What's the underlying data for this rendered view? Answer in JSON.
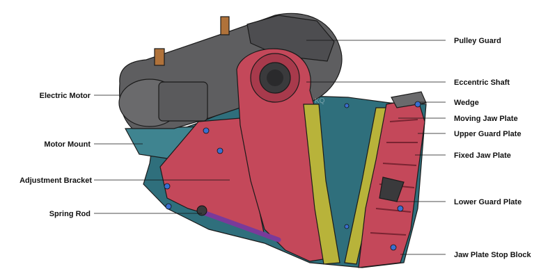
{
  "diagram": {
    "colors": {
      "housing": "#5e5e60",
      "housing_dark": "#3f3f41",
      "frame": "#2f6f7c",
      "frame_light": "#3f8490",
      "jaw_red": "#c4485a",
      "jaw_red_dark": "#8e2c3a",
      "guard_yellow": "#b8b33a",
      "spring": "#7a3a9a",
      "bolt_blue": "#3a6fd0"
    },
    "labels": {
      "pulley_guard": "Pulley Guard",
      "eccentric_shaft": "Eccentric Shaft",
      "electric_motor": "Electric Motor",
      "wedge": "Wedge",
      "moving_jaw_plate": "Moving Jaw Plate",
      "upper_guard_plate": "Upper Guard Plate",
      "motor_mount": "Motor Mount",
      "fixed_jaw_plate": "Fixed Jaw Plate",
      "adjustment_bracket": "Adjustment Bracket",
      "lower_guard_plate": "Lower Guard Plate",
      "spring_rod": "Spring Rod",
      "jaw_plate_stop_block": "Jaw Plate Stop Block"
    },
    "watermark": "KQ"
  }
}
